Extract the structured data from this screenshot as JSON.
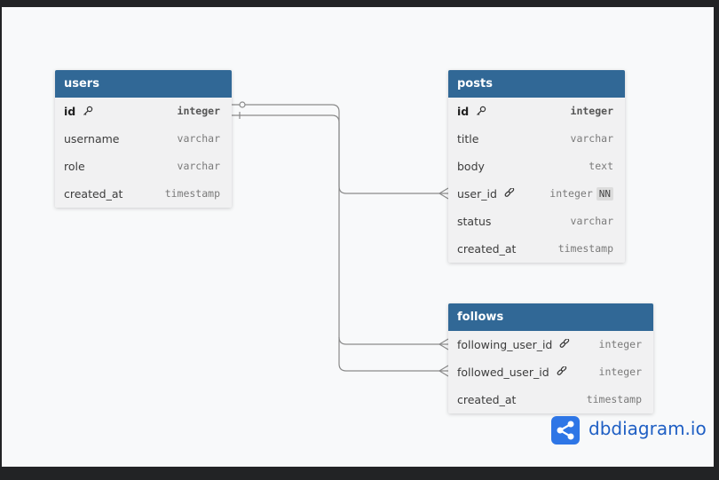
{
  "brand": {
    "name": "dbdiagram.io",
    "accent": "#2e76e6"
  },
  "colors": {
    "header": "#316896",
    "body": "#f1f1f2",
    "line": "#8a8a8a"
  },
  "tables": {
    "users": {
      "name": "users",
      "fields": [
        {
          "name": "id",
          "type": "integer",
          "pk": true
        },
        {
          "name": "username",
          "type": "varchar"
        },
        {
          "name": "role",
          "type": "varchar"
        },
        {
          "name": "created_at",
          "type": "timestamp"
        }
      ]
    },
    "posts": {
      "name": "posts",
      "fields": [
        {
          "name": "id",
          "type": "integer",
          "pk": true
        },
        {
          "name": "title",
          "type": "varchar"
        },
        {
          "name": "body",
          "type": "text"
        },
        {
          "name": "user_id",
          "type": "integer",
          "fk": true,
          "badge": "NN"
        },
        {
          "name": "status",
          "type": "varchar"
        },
        {
          "name": "created_at",
          "type": "timestamp"
        }
      ]
    },
    "follows": {
      "name": "follows",
      "fields": [
        {
          "name": "following_user_id",
          "type": "integer",
          "fk": true
        },
        {
          "name": "followed_user_id",
          "type": "integer",
          "fk": true
        },
        {
          "name": "created_at",
          "type": "timestamp"
        }
      ]
    }
  },
  "relationships": [
    {
      "from": "users.id",
      "to": "posts.user_id",
      "type": "one-to-many"
    },
    {
      "from": "users.id",
      "to": "follows.following_user_id",
      "type": "one-to-many"
    },
    {
      "from": "users.id",
      "to": "follows.followed_user_id",
      "type": "one-to-many"
    }
  ]
}
